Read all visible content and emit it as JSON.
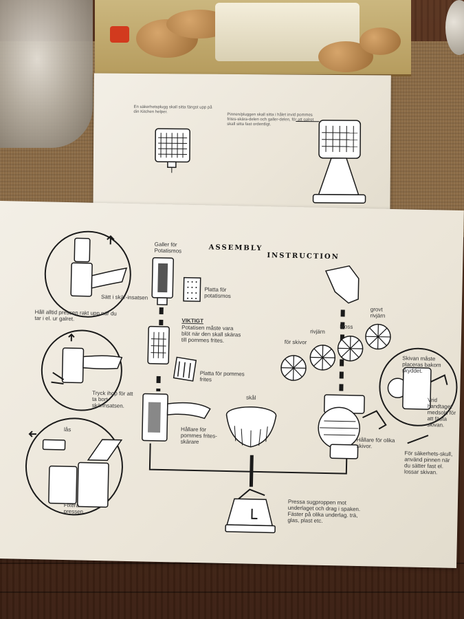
{
  "small_sheet": {
    "left_note": "En säkerhetsplugg skall sitta fängst upp på din Kitchen helper.",
    "right_note": "Pinnen/pluggen skall sitta i hålet invid pommes frites-skära-delen och galler-delen, för att galret skall sitta fast ordentligt."
  },
  "big_sheet": {
    "title_left": "ASSEMBLY",
    "title_right": "INSTRUCTION",
    "step_remove": "Sätt i skär-insatsen",
    "hold_note": "Håll alltid pressen rakt upp när du tar i el. ur galret.",
    "press_together": "Tryck ihop för att ta bort skärinsatsen.",
    "lock_label": "lås",
    "fix_label": "Fixera pressen",
    "grid_mash": "Galler för Potatismos",
    "plate_mash": "Platta för potatismos",
    "important_heading": "VIKTIGT",
    "important_text": "Potatisen måste vara blöt när den skall skäras till pommes frites.",
    "plate_fries": "Platta för pommes frites",
    "holder_fries": "Hållare för pommes frites-skärare",
    "bowl_label": "skål",
    "blade_slices": "för skivor",
    "blade_grater": "rivjärn",
    "blade_crush": "kross",
    "blade_coarse": "grovt rivjärn",
    "holder_blades": "Hållare för olika skivor.",
    "mount_note": "Skivan måste placeras bakom skyddet.",
    "turn_note": "Vrid handtaget medsols för att fästa skivan.",
    "safety_note": "För säkerhets-skull, använd pinnen när du sätter fast el. lossar skivan.",
    "suction_note": "Pressa sugproppen mot underlaget och drag i spaken. Fäster på olika underlag. trä, glas, plast etc."
  }
}
